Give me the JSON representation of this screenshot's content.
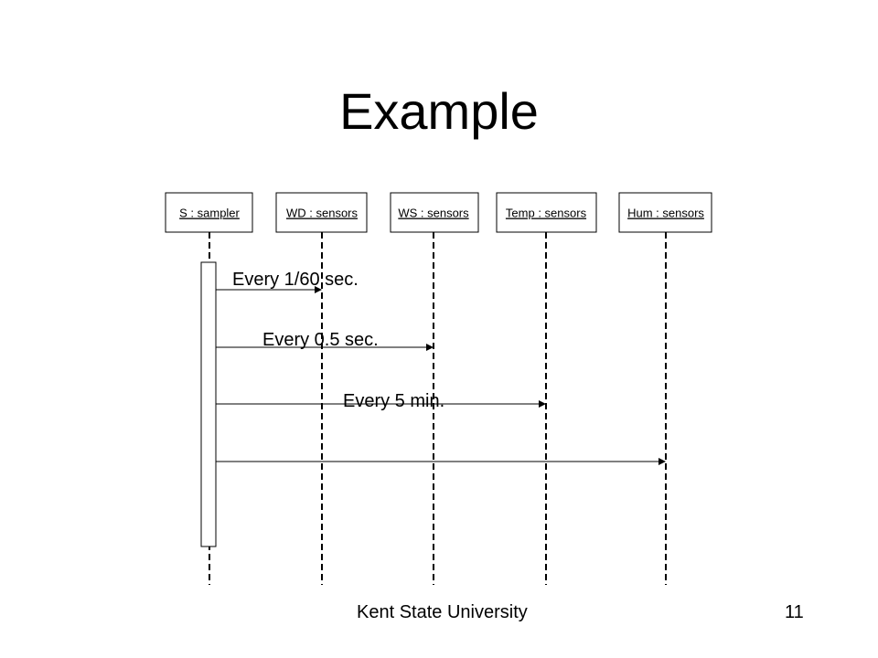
{
  "slide": {
    "title": "Example",
    "footer_left": "Kent State University",
    "footer_right": "11"
  },
  "diagram": {
    "lifelines": [
      {
        "id": "sampler",
        "label": "S : sampler"
      },
      {
        "id": "wd",
        "label": "WD : sensors"
      },
      {
        "id": "ws",
        "label": "WS : sensors"
      },
      {
        "id": "temp",
        "label": "Temp : sensors"
      },
      {
        "id": "hum",
        "label": "Hum : sensors"
      }
    ],
    "messages": [
      {
        "from": "sampler",
        "to": "wd",
        "label": "Every 1/60 sec."
      },
      {
        "from": "sampler",
        "to": "ws",
        "label": "Every 0.5 sec."
      },
      {
        "from": "sampler",
        "to": "temp",
        "label": "Every 5 min."
      },
      {
        "from": "sampler",
        "to": "hum",
        "label": ""
      }
    ]
  }
}
